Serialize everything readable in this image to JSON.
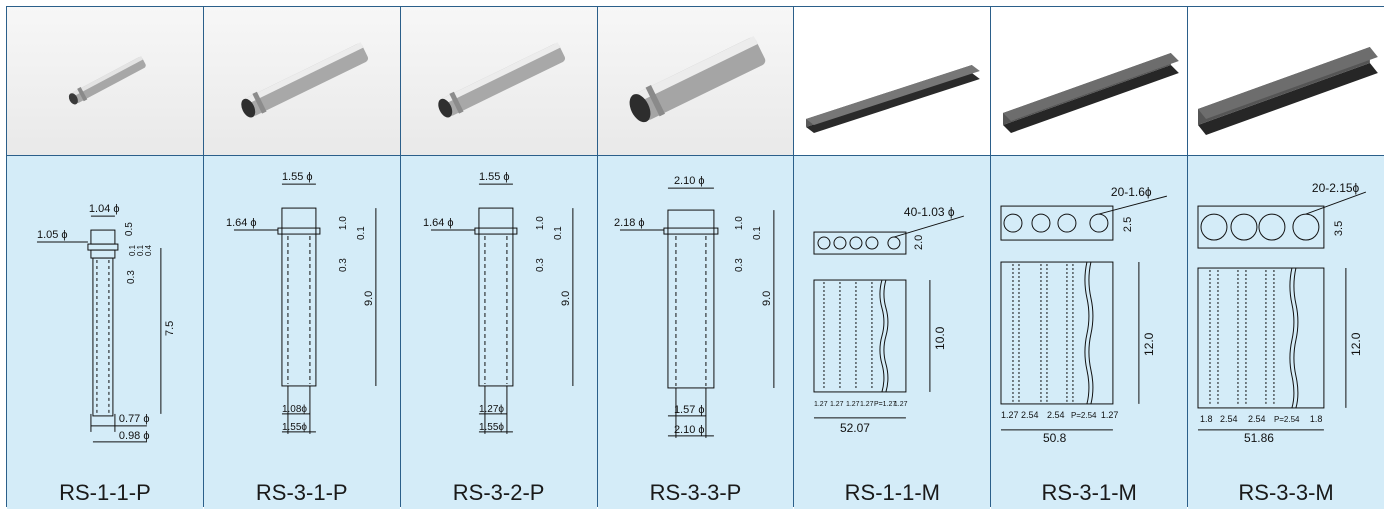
{
  "products": [
    {
      "code": "RS-1-1-P",
      "dims": [
        "1.04 ϕ",
        "1.05 ϕ",
        "0.5",
        "0.1",
        "0.1",
        "0.4",
        "0.3",
        "7.5",
        "0.77 ϕ",
        "0.98 ϕ"
      ]
    },
    {
      "code": "RS-3-1-P",
      "dims": [
        "1.55 ϕ",
        "1.64 ϕ",
        "1.0",
        "0.1",
        "0.3",
        "9.0",
        "1.08ϕ",
        "1.55ϕ"
      ]
    },
    {
      "code": "RS-3-2-P",
      "dims": [
        "1.55 ϕ",
        "1.64 ϕ",
        "1.0",
        "0.1",
        "0.3",
        "9.0",
        "1.27ϕ",
        "1.55ϕ"
      ]
    },
    {
      "code": "RS-3-3-P",
      "dims": [
        "2.10 ϕ",
        "2.18 ϕ",
        "1.0",
        "0.1",
        "0.3",
        "9.0",
        "1.57 ϕ",
        "2.10 ϕ"
      ]
    },
    {
      "code": "RS-1-1-M",
      "dims": [
        "40-1.03 ϕ",
        "2.0",
        "10.0",
        "1.27",
        "1.27",
        "1.27",
        "1.27",
        "P=1.27",
        "1.27",
        "52.07"
      ]
    },
    {
      "code": "RS-3-1-M",
      "dims": [
        "20-1.6ϕ",
        "2.5",
        "12.0",
        "1.27",
        "2.54",
        "2.54",
        "P=2.54",
        "1.27",
        "50.8"
      ]
    },
    {
      "code": "RS-3-3-M",
      "dims": [
        "20-2.15ϕ",
        "3.5",
        "12.0",
        "1.8",
        "2.54",
        "2.54",
        "P=2.54",
        "1.8",
        "51.86"
      ]
    }
  ]
}
